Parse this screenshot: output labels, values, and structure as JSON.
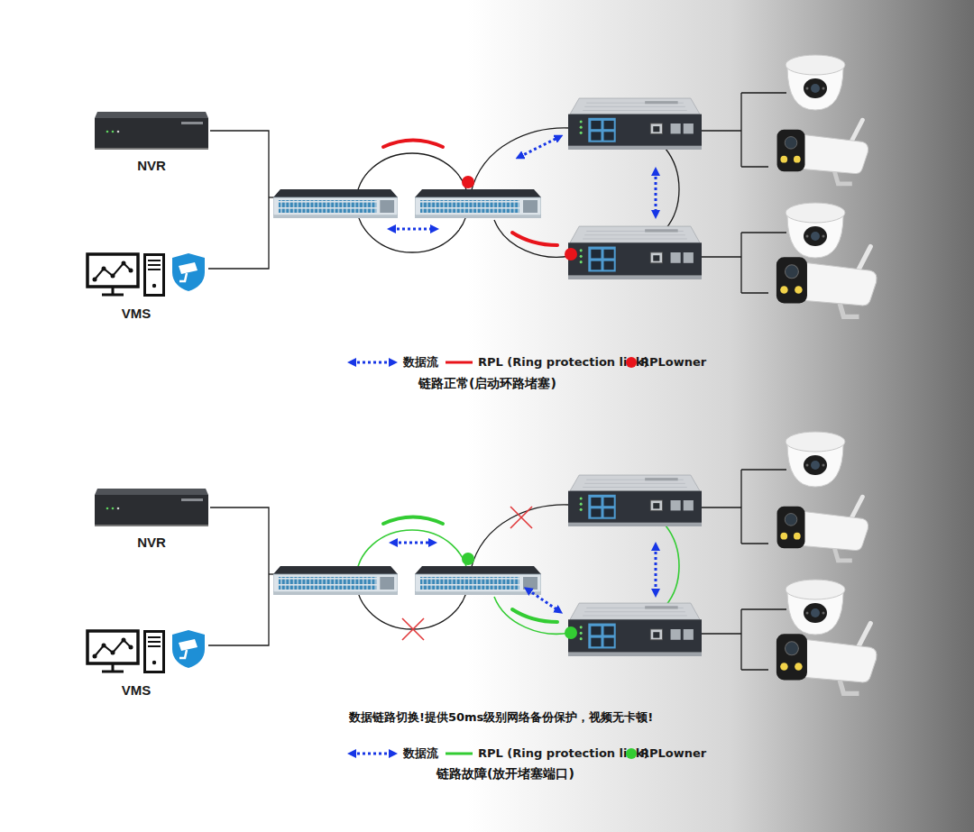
{
  "diagram": {
    "nodes": [
      {
        "text": [
          "NVR"
        ]
      },
      {
        "text": [
          "VMS"
        ]
      },
      {
        "text": [
          "NVR"
        ]
      },
      {
        "text": [
          "VMS"
        ]
      }
    ],
    "edges": [
      {
        "from": 0,
        "to": 1,
        "arrow": "none"
      },
      {
        "from": 2,
        "to": 3,
        "arrow": "none"
      }
    ],
    "labels": [
      "链路正常(启动环路堵塞)",
      "数据链路切换!提供50ms级别网络备份保护，视频无卡顿!",
      "链路故障(放开堵塞端口)"
    ],
    "legend": [
      {
        "text": "数据流"
      },
      {
        "text": "RPL (Ring protection link)"
      },
      {
        "text": "RPLowner",
        "color": "#e8141b"
      },
      {
        "text": "数据流"
      },
      {
        "text": "RPL (Ring protection link)"
      },
      {
        "text": "RPLowner",
        "color": "#33cc33"
      }
    ]
  }
}
